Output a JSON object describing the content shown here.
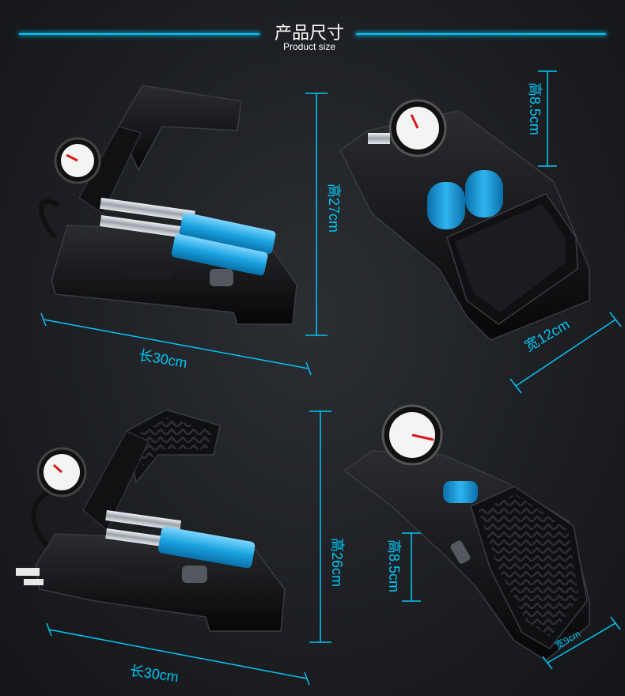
{
  "header": {
    "title_cn": "产品尺寸",
    "title_en": "Product size"
  },
  "dimensions": {
    "top_left_height": "高27cm",
    "top_left_length": "长30cm",
    "top_right_height": "高8.5cm",
    "top_right_width": "宽12cm",
    "bottom_left_height": "高26cm",
    "bottom_left_length": "长30cm",
    "bottom_right_height": "高8.5cm",
    "bottom_right_width": "宽9cm"
  },
  "colors": {
    "accent": "#00c6f5",
    "background": "#1e2024",
    "cylinder_blue": "#1aa3e0",
    "pump_body": "#0d0d0f"
  }
}
